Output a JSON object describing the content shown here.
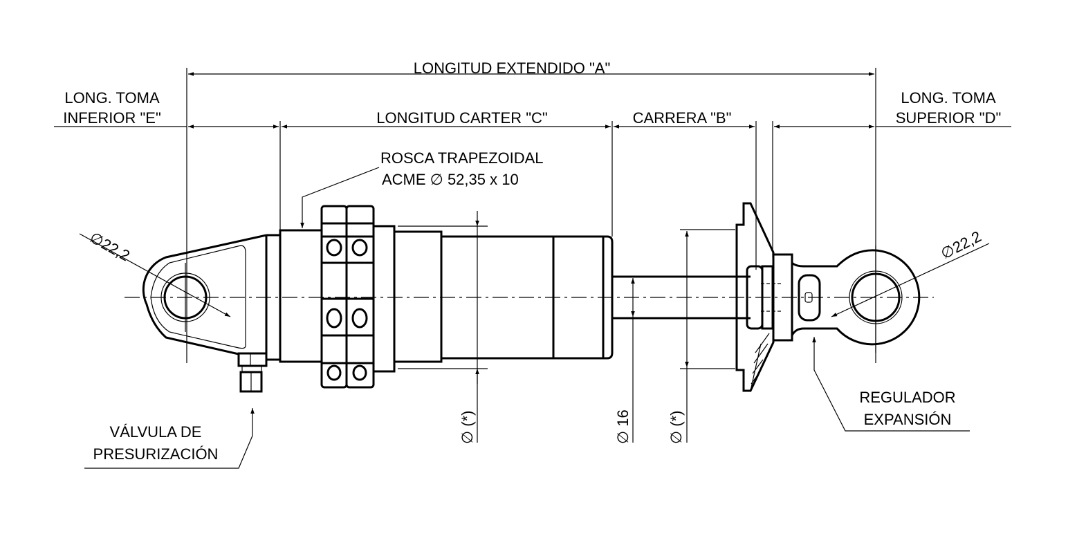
{
  "dimensions": {
    "overall_length": "LONGITUD EXTENDIDO \"A\"",
    "lower_mount_line1": "LONG. TOMA",
    "lower_mount_line2": "INFERIOR \"E\"",
    "housing_length": "LONGITUD CARTER \"C\"",
    "stroke": "CARRERA \"B\"",
    "upper_mount_line1": "LONG. TOMA",
    "upper_mount_line2": "SUPERIOR \"D\"",
    "eye_diameter_left": "∅22,2",
    "eye_diameter_right": "∅22,2",
    "body_diameter": "∅ (*)",
    "rod_diameter": "∅ 16",
    "plate_diameter": "∅ (*)"
  },
  "callouts": {
    "thread_line1": "ROSCA TRAPEZOIDAL",
    "thread_line2": "ACME ∅ 52,35 x 10",
    "valve_line1": "VÁLVULA DE",
    "valve_line2": "PRESURIZACIÓN",
    "regulator_line1": "REGULADOR",
    "regulator_line2": "EXPANSIÓN"
  }
}
